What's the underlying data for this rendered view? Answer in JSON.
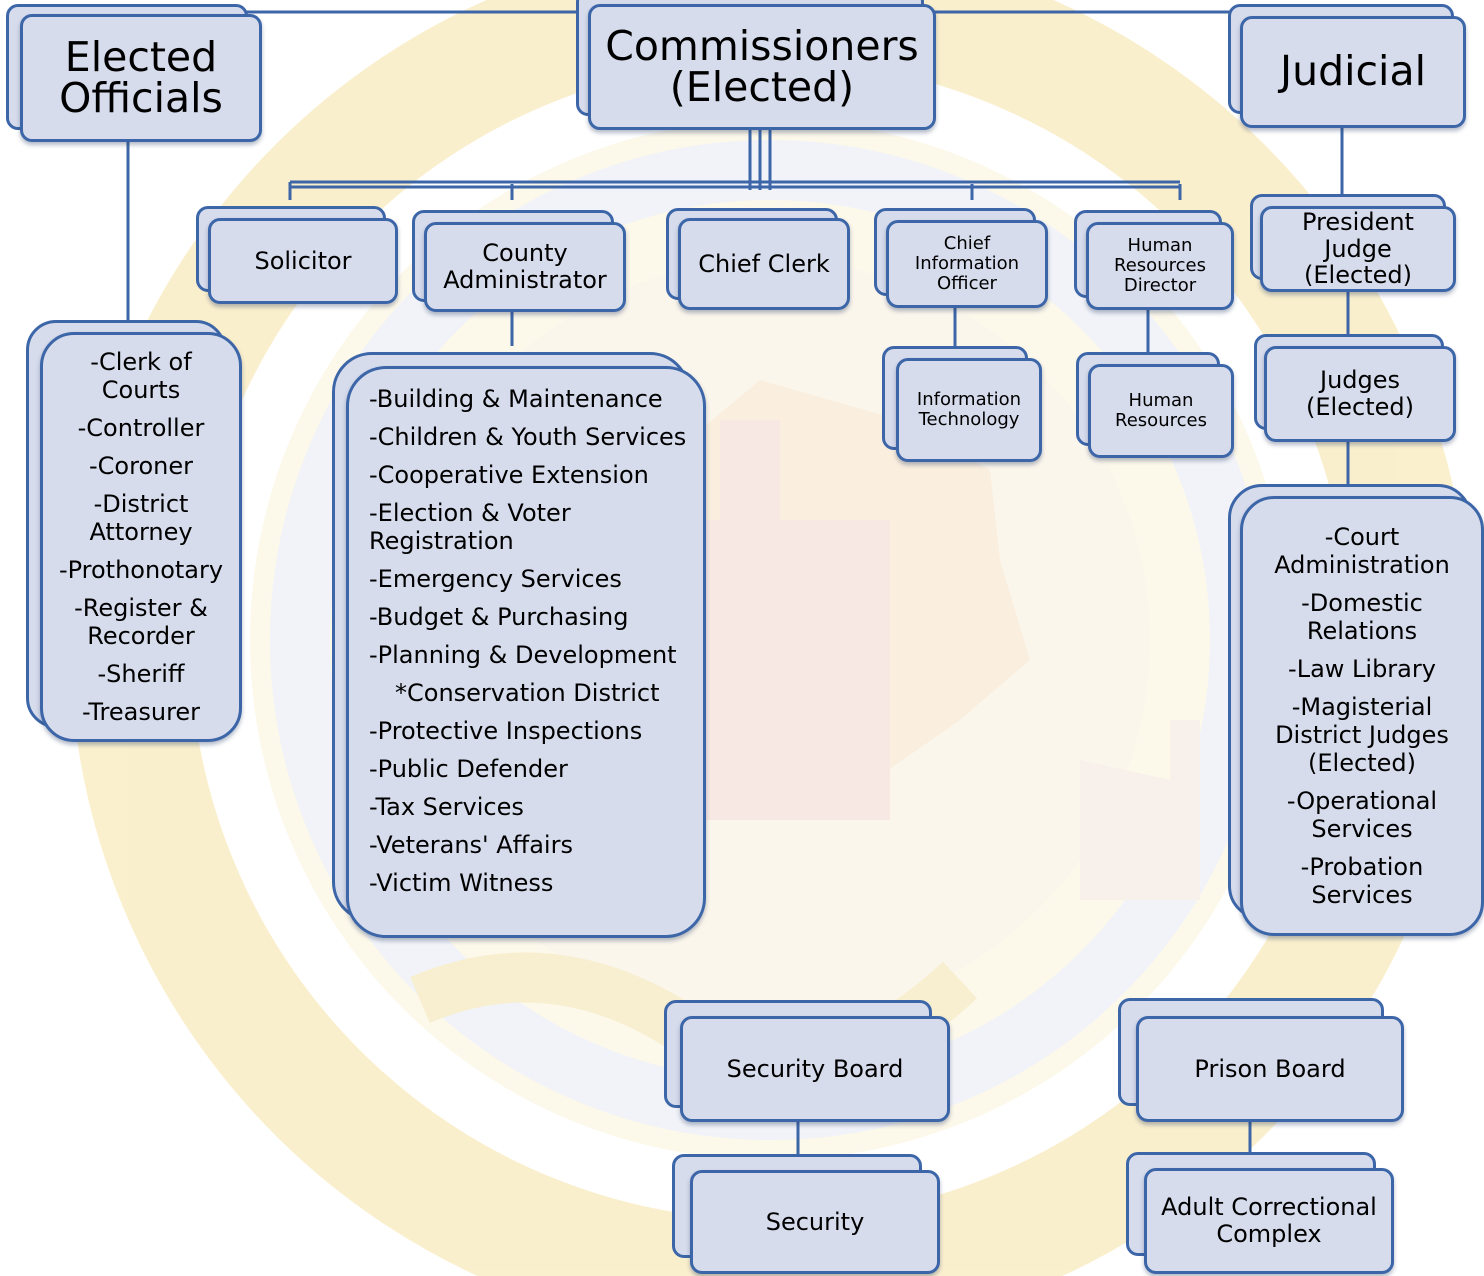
{
  "colors": {
    "box_fill": "#d6dcec",
    "box_border": "#3c66a8",
    "connector": "#3c66a8"
  },
  "top": {
    "elected_officials": [
      "Elected",
      "Officials"
    ],
    "commissioners": [
      "Commissioners",
      "(Elected)"
    ],
    "judicial": [
      "Judicial"
    ]
  },
  "commissioner_reports": {
    "solicitor": [
      "Solicitor"
    ],
    "county_administrator": [
      "County",
      "Administrator"
    ],
    "chief_clerk": [
      "Chief Clerk"
    ],
    "cio": [
      "Chief",
      "Information",
      "Officer"
    ],
    "hr_director": [
      "Human",
      "Resources",
      "Director"
    ]
  },
  "elected_offices": [
    "-Clerk of",
    "Courts",
    "-Controller",
    "-Coroner",
    "-District",
    "Attorney",
    "-Prothonotary",
    "-Register &",
    "Recorder",
    "-Sheriff",
    "-Treasurer"
  ],
  "administrator_departments": [
    "-Building & Maintenance",
    "-Children & Youth Services",
    "-Cooperative Extension",
    "-Election & Voter",
    "Registration",
    "-Emergency Services",
    "-Budget & Purchasing",
    "-Planning & Development",
    "*Conservation District",
    "-Protective Inspections",
    "-Public Defender",
    "-Tax Services",
    "-Veterans' Affairs",
    "-Victim Witness"
  ],
  "information_technology": [
    "Information",
    "Technology"
  ],
  "human_resources": [
    "Human",
    "Resources"
  ],
  "president_judge": [
    "President",
    "Judge",
    "(Elected)"
  ],
  "judges": [
    "Judges",
    "(Elected)"
  ],
  "court_units": [
    "-Court",
    "Administration",
    "-Domestic",
    "Relations",
    "-Law Library",
    "-Magisterial",
    "District Judges",
    "(Elected)",
    "-Operational",
    "Services",
    "-Probation",
    "Services"
  ],
  "security_board": [
    "Security Board"
  ],
  "security": [
    "Security"
  ],
  "prison_board": [
    "Prison Board"
  ],
  "adult_correctional": [
    "Adult Correctional",
    "Complex"
  ]
}
